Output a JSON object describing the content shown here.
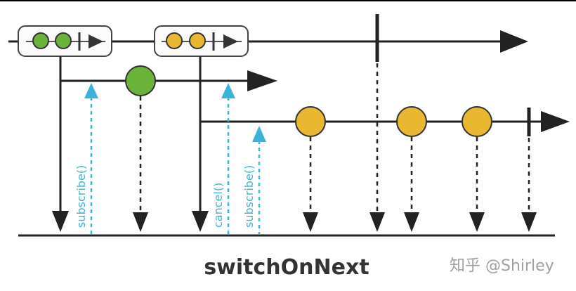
{
  "diagram": {
    "title": "switchOnNext",
    "watermark": "知乎 @Shirley",
    "annotations": {
      "subscribe_first": "subscribe()",
      "cancel": "cancel()",
      "subscribe_second": "subscribe()"
    },
    "colors": {
      "line": "#222222",
      "accent_dashed": "#3bb3d8",
      "green": "#6ab23a",
      "yellow": "#e9b830",
      "box_stroke": "#444444"
    }
  }
}
